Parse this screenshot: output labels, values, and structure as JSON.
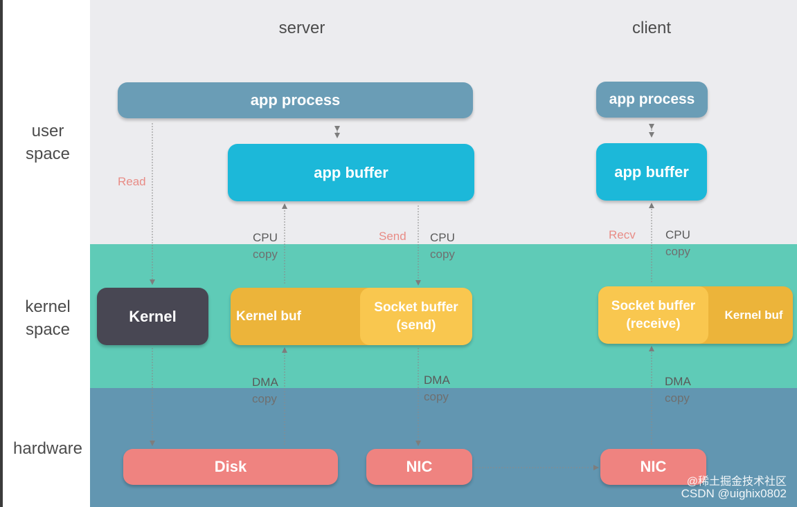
{
  "layers": {
    "user": [
      "user",
      "space"
    ],
    "kernel": [
      "kernel",
      "space"
    ],
    "hardware": "hardware"
  },
  "columns": {
    "server": "server",
    "client": "client"
  },
  "server": {
    "app_process": "app process",
    "app_buffer": "app buffer",
    "kernel": "Kernel",
    "kernel_buf": "Kernel buf",
    "socket_buffer": [
      "Socket buffer",
      "(send)"
    ],
    "disk": "Disk",
    "nic": "NIC"
  },
  "client": {
    "app_process": "app process",
    "app_buffer": "app buffer",
    "socket_buffer": [
      "Socket buffer",
      "(receive)"
    ],
    "kernel_buf": "Kernel  buf",
    "nic": "NIC"
  },
  "labels": {
    "read": "Read",
    "send": "Send",
    "recv": "Recv",
    "cpu_copy": [
      "CPU",
      "copy"
    ],
    "dma_copy": [
      "DMA",
      "copy"
    ]
  },
  "watermark": [
    "@稀土掘金技术社区",
    "CSDN @uighix0802"
  ],
  "colors": {
    "user_space": "#ececef",
    "kernel_space": "#5fcbb7",
    "hardware": "#6296b1",
    "app_process": "#6a9db6",
    "app_buffer": "#1cb8d9",
    "kernel": "#484753",
    "buffer_dark": "#ecb43a",
    "buffer_light": "#f9c74f",
    "hardware_box": "#ef8380"
  }
}
